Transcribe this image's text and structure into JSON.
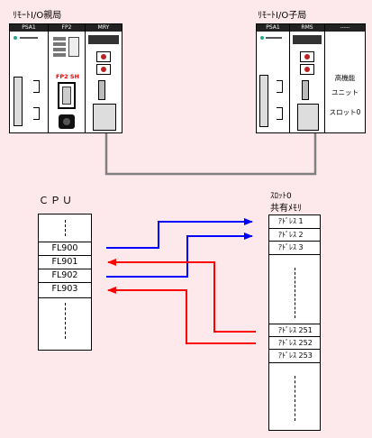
{
  "header": {
    "master_label": "ﾘﾓｰﾄI/O親局",
    "slave_label": "ﾘﾓｰﾄI/O子局"
  },
  "master_plc": {
    "psa1": "PSA1",
    "fp2": "FP2",
    "mry": "MRY",
    "fp2_sub": "FP2 SH"
  },
  "slave_plc": {
    "psa1": "PSA1",
    "rms": "RMS",
    "blank": "-----",
    "unit_lines": [
      "高機能",
      "ユニット",
      "スロット0"
    ]
  },
  "cpu": {
    "title": "ＣＰＵ",
    "registers": [
      "FL900",
      "FL901",
      "FL902",
      "FL903"
    ]
  },
  "shared_memory": {
    "title_line1": "ｽﾛｯﾄ0",
    "title_line2": "共有ﾒﾓﾘ",
    "top_addresses": [
      "ｱﾄﾞﾚｽ 1",
      "ｱﾄﾞﾚｽ 2",
      "ｱﾄﾞﾚｽ 3"
    ],
    "bottom_addresses": [
      "ｱﾄﾞﾚｽ 251",
      "ｱﾄﾞﾚｽ 252",
      "ｱﾄﾞﾚｽ 253"
    ]
  },
  "colors": {
    "background": "#fde9ec",
    "blue_arrow": "#0000ff",
    "red_arrow": "#ff0000",
    "cable": "#808080"
  }
}
